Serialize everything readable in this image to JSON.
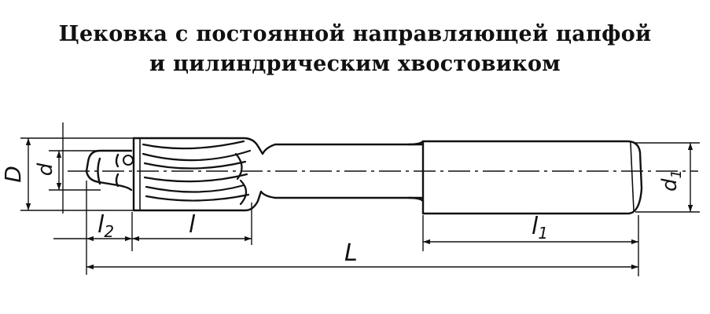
{
  "title": {
    "line1": "Цековка с постоянной направляющей цапфой",
    "line2": "и цилиндрическим хвостовиком"
  },
  "dimensions": {
    "D": "D",
    "d": "d",
    "d1": "d",
    "d1_sub": "1",
    "l2": "l",
    "l2_sub": "2",
    "l": "l",
    "l1": "l",
    "l1_sub": "1",
    "L": "L"
  },
  "colors": {
    "ink": "#111111",
    "background": "#ffffff"
  }
}
